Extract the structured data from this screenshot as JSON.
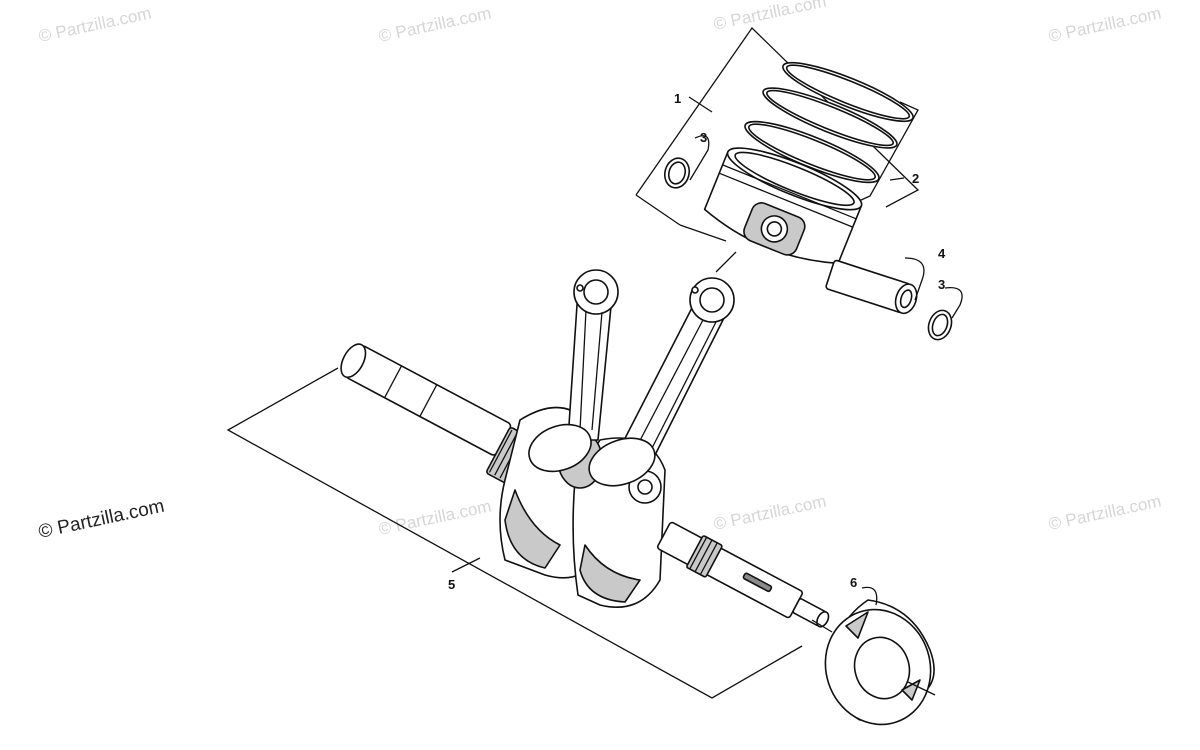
{
  "watermarks": {
    "main": "© Partzilla.com",
    "faint": "© Partzilla.com"
  },
  "callouts": [
    "1",
    "2",
    "3",
    "3",
    "4",
    "5",
    "6"
  ],
  "colors": {
    "line": "#111111",
    "watermark": "#d6d6d6",
    "shade": "#c9c9c9"
  }
}
